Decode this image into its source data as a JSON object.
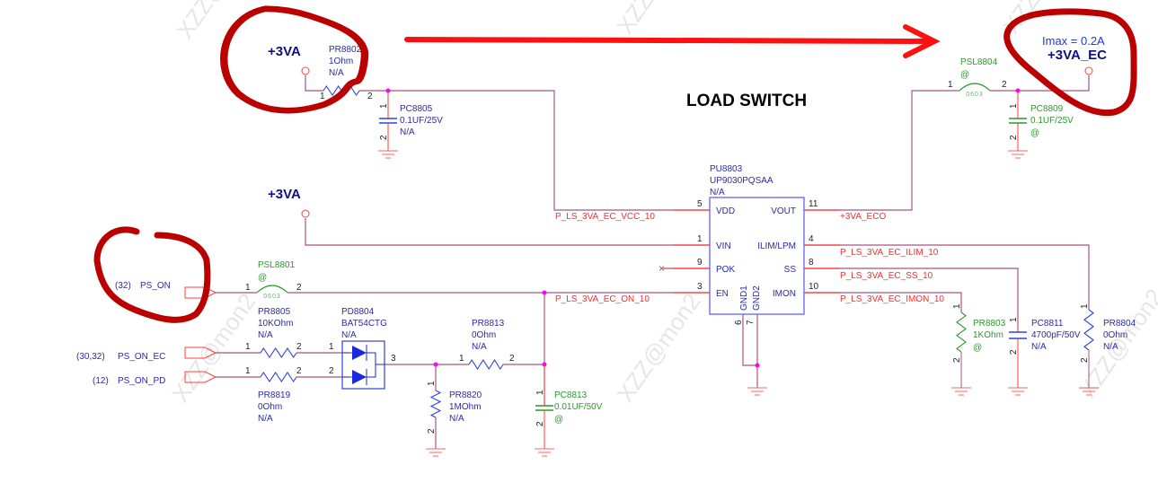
{
  "title": "LOAD SWITCH",
  "watermark": "XZZ@mon2",
  "colors": {
    "wire": "#a8557e",
    "net_label": "#ff2a2a",
    "component_text": "#2a2aa8",
    "installed_text": "#2a9a2a",
    "annotation": "#c00000",
    "junction": "#ff00ff"
  },
  "power": {
    "in_top": "+3VA",
    "in_mid": "+3VA",
    "out_imax": "Imax = 0.2A",
    "out": "+3VA_EC"
  },
  "ic": {
    "ref": "PU8803",
    "part": "UP9030PQSAA",
    "status": "N/A",
    "pins": {
      "vdd": {
        "name": "VDD",
        "num": "5"
      },
      "vin": {
        "name": "VIN",
        "num": "1"
      },
      "pok": {
        "name": "POK",
        "num": "9"
      },
      "en": {
        "name": "EN",
        "num": "3"
      },
      "vout": {
        "name": "VOUT",
        "num": "11"
      },
      "ilim": {
        "name": "ILIM/LPM",
        "num": "4"
      },
      "ss": {
        "name": "SS",
        "num": "8"
      },
      "imon": {
        "name": "IMON",
        "num": "10"
      },
      "gnd1": {
        "name": "GND1",
        "num": "6"
      },
      "gnd2": {
        "name": "GND2",
        "num": "7"
      }
    }
  },
  "nets": {
    "vcc": "P_LS_3VA_EC_VCC_10",
    "eco": "+3VA_ECO",
    "ilim": "P_LS_3VA_EC_ILIM_10",
    "ss": "P_LS_3VA_EC_SS_10",
    "on": "P_LS_3VA_EC_ON_10",
    "imon": "P_LS_3VA_EC_IMON_10"
  },
  "connectors": [
    {
      "page": "(32)",
      "name": "PS_ON"
    },
    {
      "page": "(30,32)",
      "name": "PS_ON_EC"
    },
    {
      "page": "(12)",
      "name": "PS_ON_PD"
    }
  ],
  "components": {
    "PR8802": {
      "ref": "PR8802",
      "value": "1Ohm",
      "status": "N/A",
      "p1": "1",
      "p2": "2"
    },
    "PC8805": {
      "ref": "PC8805",
      "value": "0.1UF/25V",
      "status": "N/A",
      "p1": "1",
      "p2": "2"
    },
    "PSL8804": {
      "ref": "PSL8804",
      "value": "@",
      "size": "0603",
      "p1": "1",
      "p2": "2"
    },
    "PC8809": {
      "ref": "PC8809",
      "value": "0.1UF/25V",
      "status": "@",
      "p1": "1",
      "p2": "2"
    },
    "PSL8801": {
      "ref": "PSL8801",
      "value": "@",
      "size": "0603",
      "p1": "1",
      "p2": "2"
    },
    "PR8805": {
      "ref": "PR8805",
      "value": "10KOhm",
      "status": "N/A",
      "p1": "1",
      "p2": "2"
    },
    "PR8819": {
      "ref": "PR8819",
      "value": "0Ohm",
      "status": "N/A",
      "p1": "1",
      "p2": "2"
    },
    "PD8804": {
      "ref": "PD8804",
      "value": "BAT54CTG",
      "status": "N/A",
      "p1": "1",
      "p2": "2",
      "p3": "3"
    },
    "PR8813": {
      "ref": "PR8813",
      "value": "0Ohm",
      "status": "N/A",
      "p1": "1",
      "p2": "2"
    },
    "PR8820": {
      "ref": "PR8820",
      "value": "1MOhm",
      "status": "N/A",
      "p1": "1",
      "p2": "2"
    },
    "PC8813": {
      "ref": "PC8813",
      "value": "0.01UF/50V",
      "status": "@",
      "p1": "1",
      "p2": "2"
    },
    "PR8803": {
      "ref": "PR8803",
      "value": "1KOhm",
      "status": "@",
      "p1": "1",
      "p2": "2"
    },
    "PC8811": {
      "ref": "PC8811",
      "value": "4700pF/50V",
      "status": "N/A",
      "p1": "1",
      "p2": "2"
    },
    "PR8804": {
      "ref": "PR8804",
      "value": "0Ohm",
      "status": "N/A",
      "p1": "1",
      "p2": "2"
    }
  }
}
